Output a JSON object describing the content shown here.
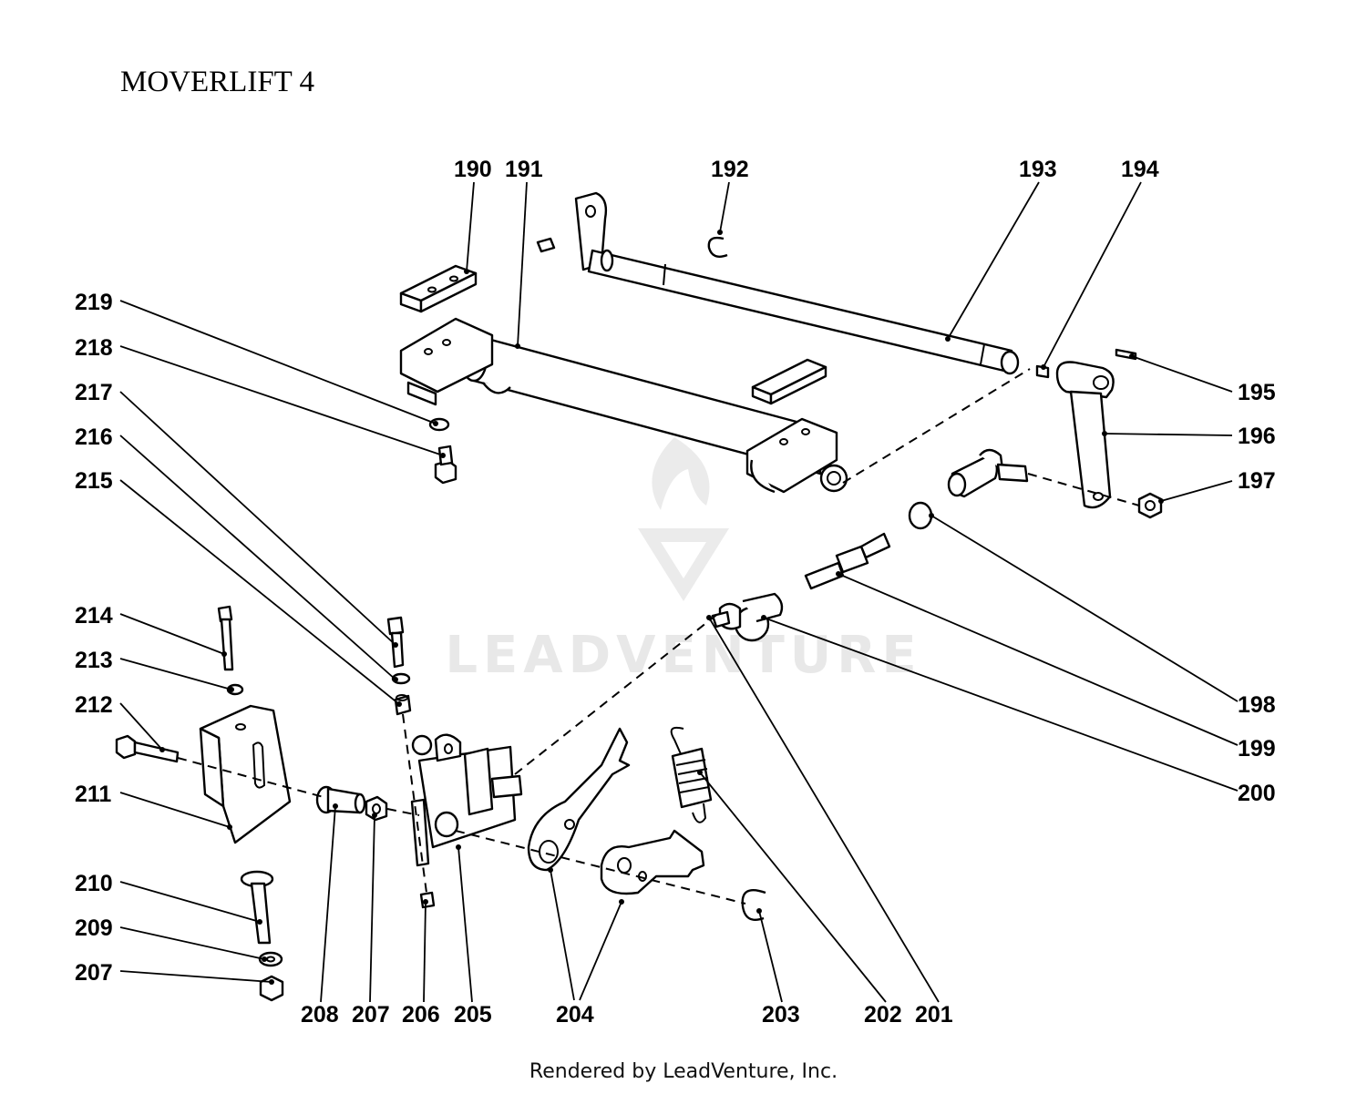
{
  "title": "MOVERLIFT 4",
  "footer": "Rendered by LeadVenture, Inc.",
  "watermark": "LEADVENTURE",
  "callouts": {
    "c190": "190",
    "c191": "191",
    "c192": "192",
    "c193": "193",
    "c194": "194",
    "c195": "195",
    "c196": "196",
    "c197": "197",
    "c198": "198",
    "c199": "199",
    "c200": "200",
    "c201": "201",
    "c202": "202",
    "c203": "203",
    "c204": "204",
    "c205": "205",
    "c206": "206",
    "c207a": "207",
    "c207b": "207",
    "c208": "208",
    "c209": "209",
    "c210": "210",
    "c211": "211",
    "c212": "212",
    "c213": "213",
    "c214": "214",
    "c215": "215",
    "c216": "216",
    "c217": "217",
    "c218": "218",
    "c219": "219"
  }
}
